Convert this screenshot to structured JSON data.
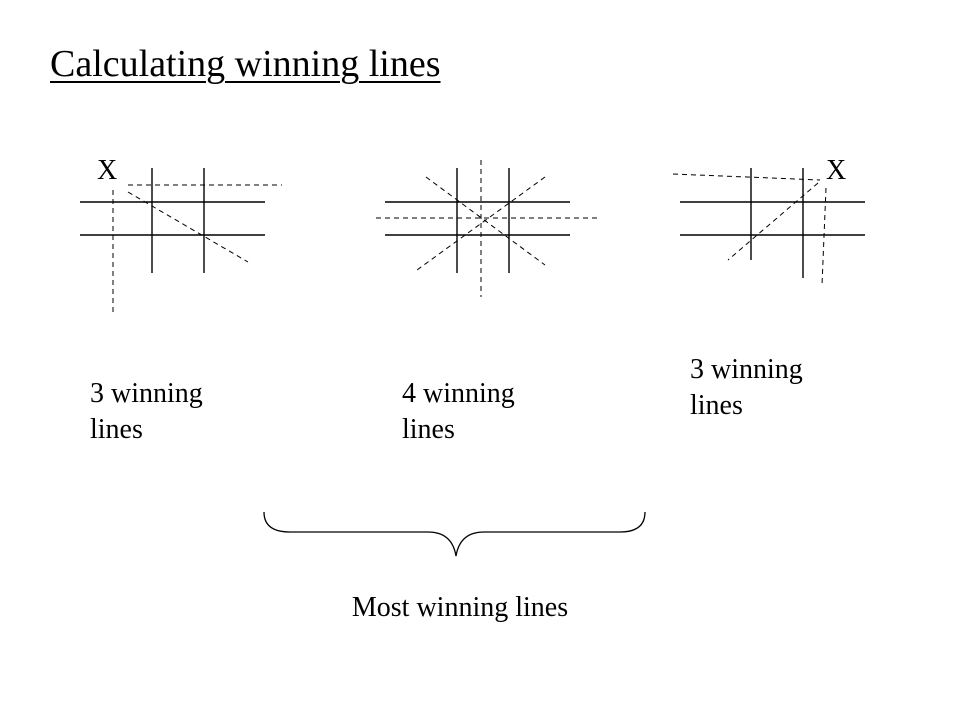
{
  "title": "Calculating winning lines",
  "boards": [
    {
      "mark": "X",
      "caption": "3 winning lines"
    },
    {
      "mark": "",
      "caption": "4 winning lines"
    },
    {
      "mark": "X",
      "caption": "3 winning lines"
    }
  ],
  "summary": "Most winning lines"
}
